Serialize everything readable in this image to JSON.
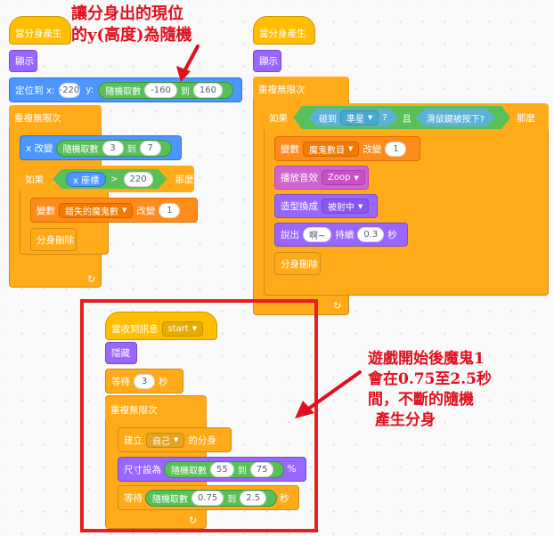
{
  "colors": {
    "events": "#ffbf00",
    "control": "#ffab19",
    "looks": "#9966ff",
    "motion": "#4c97ff",
    "variables": "#ff8c1a",
    "sound": "#cf63cf",
    "sensing": "#5cb1d6",
    "operators": "#59c059",
    "annotation": "#e0101e"
  },
  "script1": {
    "hat": "當分身產生",
    "show": "顯示",
    "goto": {
      "label": "定位到 x:",
      "x": "-220",
      "ylabel": "y:",
      "random": "隨機取數",
      "from": "-160",
      "to_label": "到",
      "to": "160"
    },
    "forever": "重複無限次",
    "change_x": {
      "label": "x 改變",
      "random": "隨機取數",
      "from": "3",
      "to_label": "到",
      "to": "7"
    },
    "if": {
      "label": "如果",
      "xpos": "x 座標",
      "gt": ">",
      "value": "220",
      "then": "那麼"
    },
    "set_var": {
      "label": "變數",
      "var": "錯失的魔鬼數",
      "change": "改變",
      "value": "1"
    },
    "delete": "分身刪除"
  },
  "script2": {
    "hat": "當分身產生",
    "show": "顯示",
    "forever": "重複無限次",
    "if": {
      "label": "如果",
      "touching": "碰到",
      "target": "準星",
      "q": "?",
      "and": "且",
      "mouse": "滑鼠鍵被按下?",
      "then": "那麼"
    },
    "set_var": {
      "label": "變數",
      "var": "魔鬼數目",
      "change": "改變",
      "value": "1"
    },
    "sound": {
      "label": "播放音效",
      "name": "Zoop"
    },
    "costume": {
      "label": "造型換成",
      "name": "被射中"
    },
    "say": {
      "label": "說出",
      "text": "啊~",
      "for": "持續",
      "secs": "0.3",
      "unit": "秒"
    },
    "delete": "分身刪除"
  },
  "script3": {
    "hat": {
      "label": "當收到訊息",
      "msg": "start"
    },
    "hide": "隱藏",
    "wait": {
      "label": "等待",
      "value": "3",
      "unit": "秒"
    },
    "forever": "重複無限次",
    "clone": {
      "label": "建立",
      "target": "自己",
      "suffix": "的分身"
    },
    "size": {
      "label": "尺寸設為",
      "random": "隨機取數",
      "from": "55",
      "to_label": "到",
      "to": "75",
      "unit": "%"
    },
    "wait_rand": {
      "label": "等待",
      "random": "隨機取數",
      "from": "0.75",
      "to_label": "到",
      "to": "2.5",
      "unit": "秒"
    }
  },
  "annotations": {
    "top_line1": "讓分身出的現位",
    "top_line2": "的y(高度)為隨機",
    "right_line1": "遊戲開始後魔鬼1",
    "right_line2": "會在0.75至2.5秒",
    "right_line3": "間，不斷的隨機",
    "right_line4": "產生分身"
  },
  "icons": {
    "repeat": "repeat-arrow-icon",
    "dropdown": "triangle-down-icon"
  }
}
